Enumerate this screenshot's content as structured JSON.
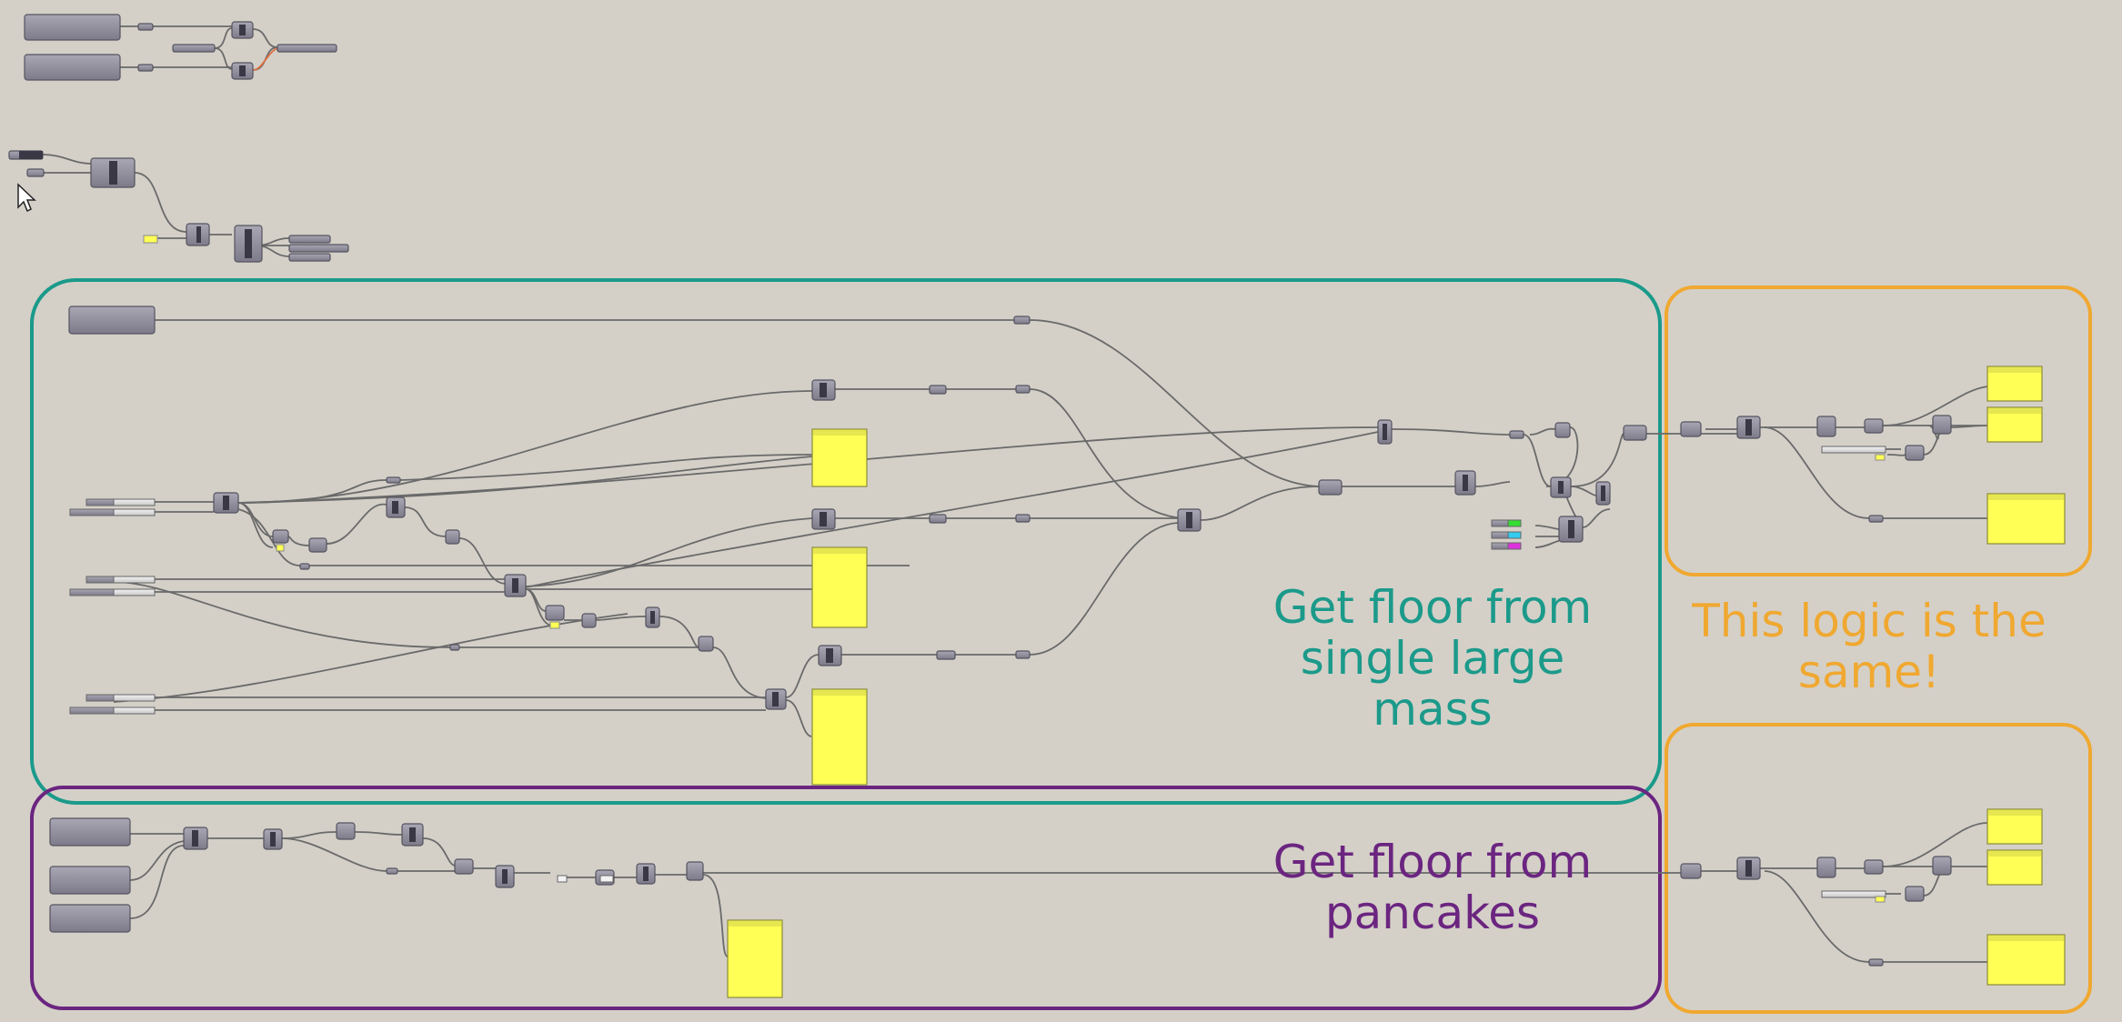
{
  "groups": {
    "single_mass": {
      "label": "Get floor from single large mass",
      "color": "#1b9a8a"
    },
    "pancakes": {
      "label": "Get floor from pancakes",
      "color": "#6b2580"
    },
    "same_logic": {
      "label": "This logic is the same!",
      "color": "#f0a830"
    }
  },
  "colors": {
    "canvas": "#d4d0c8",
    "component": "#8f8d9c",
    "component_border": "#55535f",
    "panel": "#ffff55",
    "wire": "#6a6a6a",
    "wire_error": "#e07040",
    "swatch_green": "#33dd33",
    "swatch_cyan": "#33ccee",
    "swatch_magenta": "#dd33dd"
  },
  "icons": {
    "cursor": "mouse-pointer-icon"
  }
}
